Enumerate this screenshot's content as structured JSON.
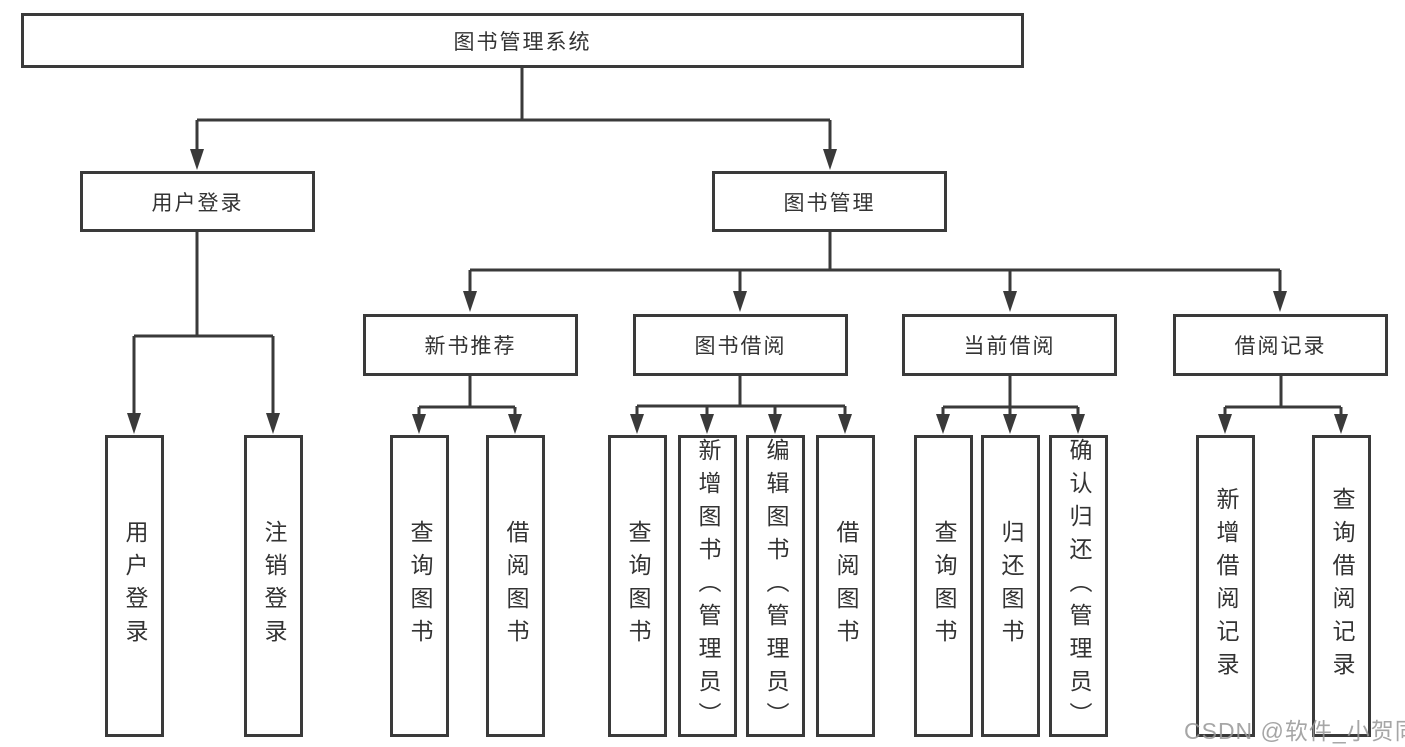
{
  "diagram_title": "图书管理系统",
  "tree": {
    "root": {
      "label": "图书管理系统"
    },
    "children": [
      {
        "label": "用户登录",
        "children": [
          {
            "label": "用户登录"
          },
          {
            "label": "注销登录"
          }
        ]
      },
      {
        "label": "图书管理",
        "children": [
          {
            "label": "新书推荐",
            "children": [
              {
                "label": "查询图书"
              },
              {
                "label": "借阅图书"
              }
            ]
          },
          {
            "label": "图书借阅",
            "children": [
              {
                "label": "查询图书"
              },
              {
                "label": "新增图书（管理员）"
              },
              {
                "label": "编辑图书（管理员）"
              },
              {
                "label": "借阅图书"
              }
            ]
          },
          {
            "label": "当前借阅",
            "children": [
              {
                "label": "查询图书"
              },
              {
                "label": "归还图书"
              },
              {
                "label": "确认归还（管理员）"
              }
            ]
          },
          {
            "label": "借阅记录",
            "children": [
              {
                "label": "新增借阅记录"
              },
              {
                "label": "查询借阅记录"
              }
            ]
          }
        ]
      }
    ]
  },
  "watermark": {
    "text": "CSDN @软件_小贺同学",
    "color": "#a3a3a3"
  },
  "colors": {
    "background": "#ffffff",
    "box_fill": "#ffffff",
    "line": "#3a3a3a",
    "border": "#3a3a3a",
    "text": "#333333"
  }
}
